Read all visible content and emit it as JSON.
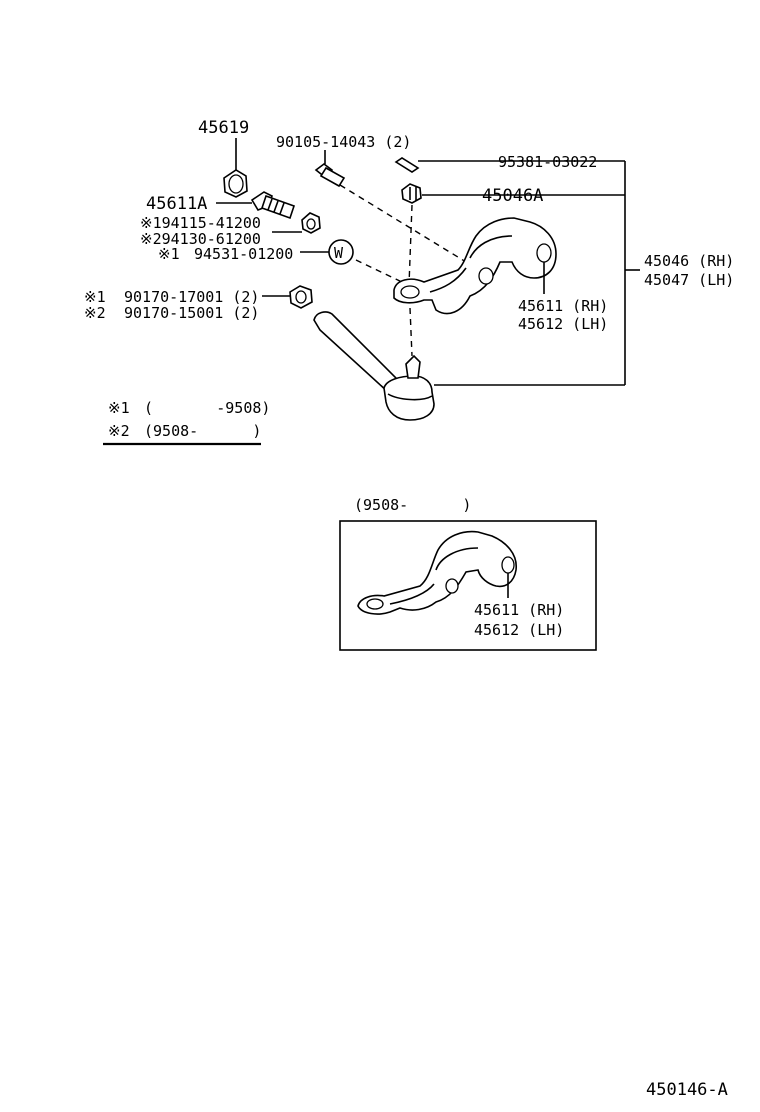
{
  "labels": {
    "p45619": "45619",
    "p90105": "90105-14043 (2)",
    "p95381": "95381-03022",
    "p45611a": "45611A",
    "p45046a": "45046A",
    "pX1941": "※194115-41200",
    "pX2941": "※294130-61200",
    "pX1_94531_mark": "※1",
    "pX1_94531_num": "94531-01200",
    "p45046rh": "45046 (RH)",
    "p45047lh": "45047 (LH)",
    "p45611rh": "45611 (RH)",
    "p45612lh": "45612 (LH)",
    "pX1_90170_mark": "※1",
    "pX1_90170_num": "90170-17001 (2)",
    "pX2_90170_mark": "※2",
    "pX2_90170_num": "90170-15001 (2)",
    "washer_letter": "W"
  },
  "legend": {
    "row1_mark": "※1",
    "row1_range": "(       -9508)",
    "row2_mark": "※2",
    "row2_range": "(9508-      )"
  },
  "inset": {
    "title": "(9508-      )",
    "p45611rh": "45611 (RH)",
    "p45612lh": "45612 (LH)"
  },
  "figure_code": "450146-A"
}
